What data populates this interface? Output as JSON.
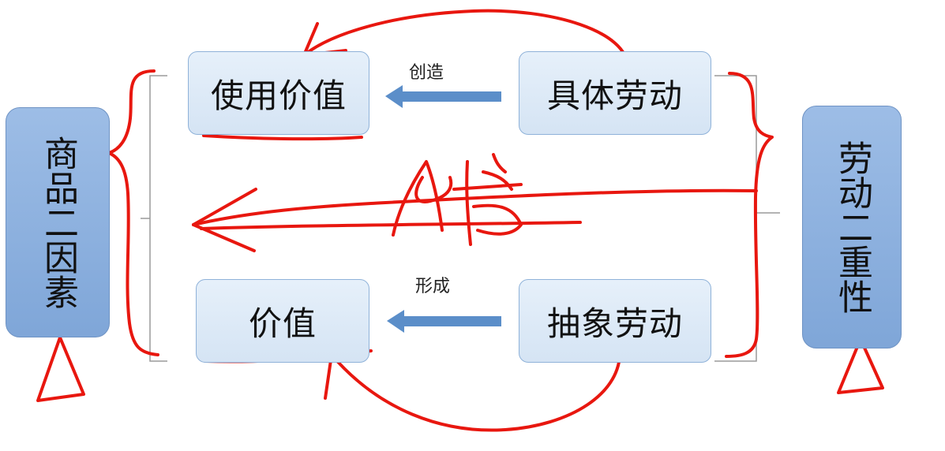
{
  "left_box": {
    "text": "商品二因素"
  },
  "right_box": {
    "text": "劳动二重性"
  },
  "use_value": {
    "text": "使用价值"
  },
  "value": {
    "text": "价值"
  },
  "concrete_labor": {
    "text": "具体劳动"
  },
  "abstract_labor": {
    "text": "抽象劳动"
  },
  "label_create": {
    "text": "创造"
  },
  "label_form": {
    "text": "形成"
  },
  "colors": {
    "box_fill": "#dce8f6",
    "box_border": "#8fb2d9",
    "side_fill": "#8fb0de",
    "arrow": "#5b8ec9",
    "ink": "#e8170f"
  }
}
